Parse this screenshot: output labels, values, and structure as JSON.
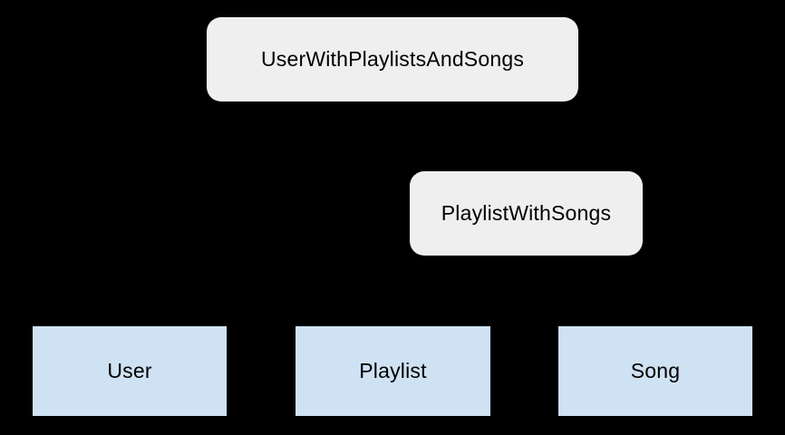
{
  "background_color": "#000000",
  "colors": {
    "relation_node_fill": "#efefef",
    "entity_node_fill": "#cfe2f3",
    "label_text": "#000000"
  },
  "diagram": {
    "type": "hierarchy",
    "nodes": [
      {
        "id": "user-with-playlists-and-songs",
        "label": "UserWithPlaylistsAndSongs",
        "kind": "relation"
      },
      {
        "id": "playlist-with-songs",
        "label": "PlaylistWithSongs",
        "kind": "relation"
      },
      {
        "id": "user",
        "label": "User",
        "kind": "entity"
      },
      {
        "id": "playlist",
        "label": "Playlist",
        "kind": "entity"
      },
      {
        "id": "song",
        "label": "Song",
        "kind": "entity"
      }
    ]
  }
}
